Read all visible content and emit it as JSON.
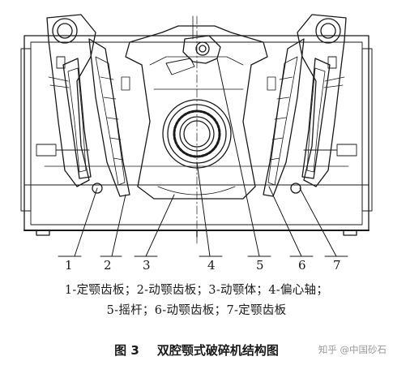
{
  "diagram": {
    "part_numbers": [
      "1",
      "2",
      "3",
      "4",
      "5",
      "6",
      "7"
    ],
    "legend_line1": "1-定颚齿板；2-动颚齿板；3-动颚体；4-偏心轴；",
    "legend_line2": "5-摇杆；6-动颚齿板；7-定颚齿板",
    "caption_number": "图 3",
    "caption_title": "双腔颚式破碎机结构图",
    "watermark": "知乎 @中国砂石"
  }
}
